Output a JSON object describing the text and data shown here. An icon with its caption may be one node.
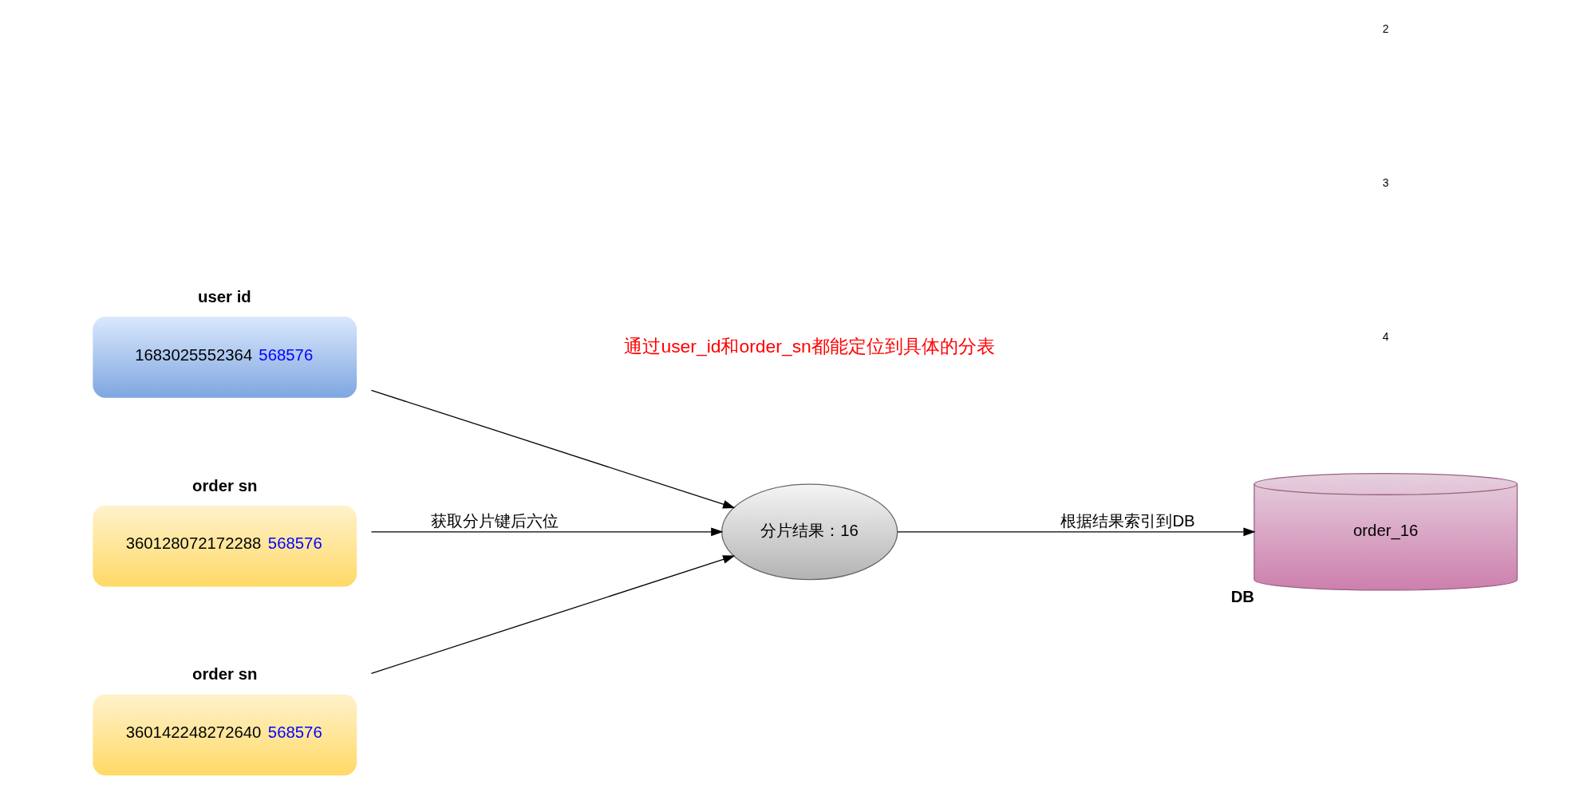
{
  "diagram": {
    "nodes": [
      {
        "text": [
          "user id",
          "1683025552364 568576"
        ]
      },
      {
        "text": [
          "order sn",
          "360128072172288 568576"
        ]
      },
      {
        "text": [
          "order sn",
          "360142248272640 568576"
        ]
      },
      {
        "text": [
          "分片结果：16"
        ]
      },
      {
        "text": [
          "DB",
          "order_16"
        ]
      }
    ],
    "edges": [
      {
        "from": 0,
        "to": 3,
        "arrow": "to"
      },
      {
        "from": 1,
        "to": 3,
        "arrow": "to",
        "label": "获取分片键后六位"
      },
      {
        "from": 2,
        "to": 3,
        "arrow": "to"
      },
      {
        "from": 3,
        "to": 4,
        "arrow": "to",
        "label": "根据结果索引到DB"
      }
    ],
    "labels": [
      "通过user_id和order_sn都能定位到具体的分表",
      "2",
      "3",
      "4"
    ]
  }
}
